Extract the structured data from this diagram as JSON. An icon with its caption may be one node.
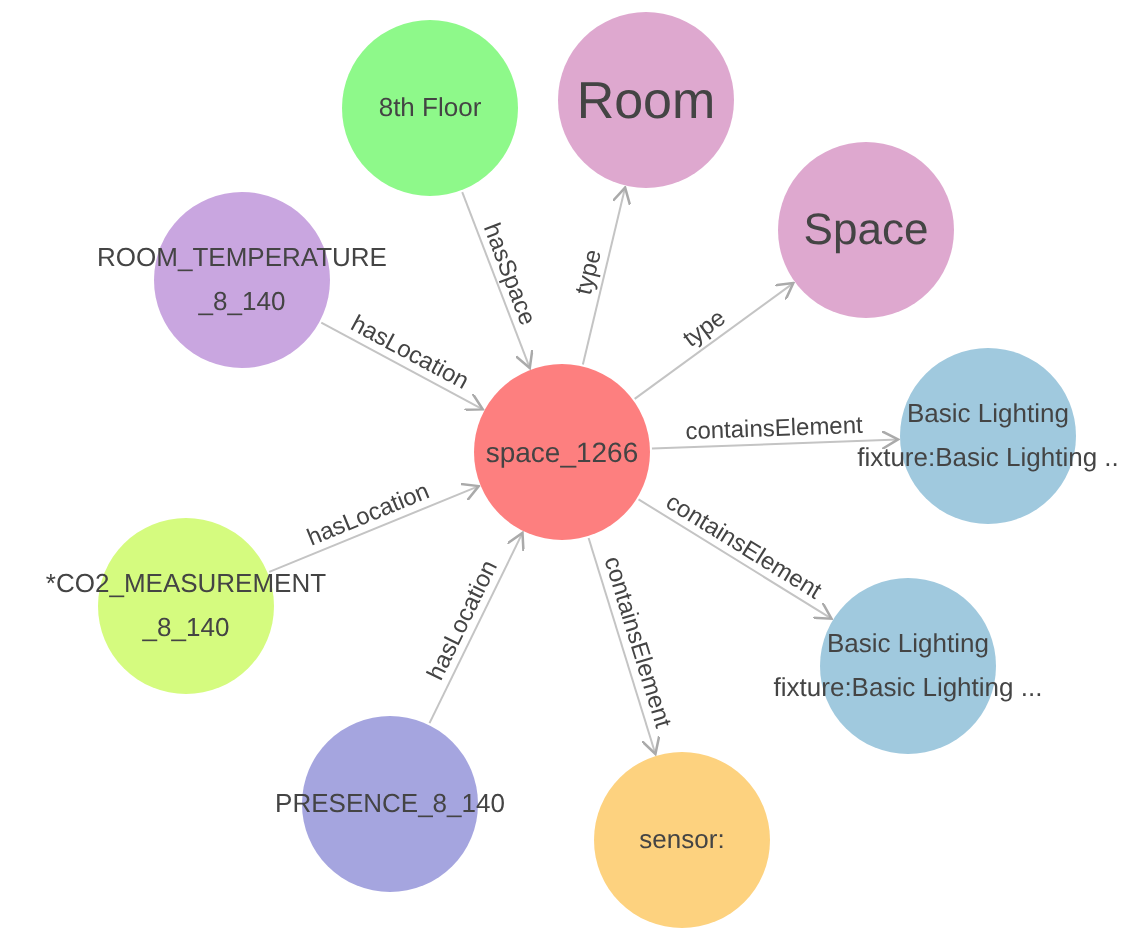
{
  "diagram": {
    "nodes": [
      {
        "text": [
          "space_1266"
        ]
      },
      {
        "text": [
          "8th Floor"
        ]
      },
      {
        "text": [
          "Room"
        ]
      },
      {
        "text": [
          "Space"
        ]
      },
      {
        "text": [
          "ROOM_TEMPERATURE _8_140"
        ]
      },
      {
        "text": [
          "Basic Lighting",
          "fixture:Basic Lighting .."
        ]
      },
      {
        "text": [
          "*CO2_MEASUREMENT _8_140"
        ]
      },
      {
        "text": [
          "Basic Lighting",
          "fixture:Basic Lighting ..."
        ]
      },
      {
        "text": [
          "PRESENCE_8_140"
        ]
      },
      {
        "text": [
          "sensor:"
        ]
      }
    ],
    "edges": [
      {
        "from": 1,
        "to": 0,
        "arrow": "to",
        "label": "hasSpace"
      },
      {
        "from": 0,
        "to": 2,
        "arrow": "to",
        "label": "type"
      },
      {
        "from": 0,
        "to": 3,
        "arrow": "to",
        "label": "type"
      },
      {
        "from": 4,
        "to": 0,
        "arrow": "to",
        "label": "hasLocation"
      },
      {
        "from": 0,
        "to": 5,
        "arrow": "to",
        "label": "containsElement"
      },
      {
        "from": 6,
        "to": 0,
        "arrow": "to",
        "label": "hasLocation"
      },
      {
        "from": 0,
        "to": 7,
        "arrow": "to",
        "label": "containsElement"
      },
      {
        "from": 8,
        "to": 0,
        "arrow": "to",
        "label": "hasLocation"
      },
      {
        "from": 0,
        "to": 9,
        "arrow": "to",
        "label": "containsElement"
      }
    ]
  }
}
